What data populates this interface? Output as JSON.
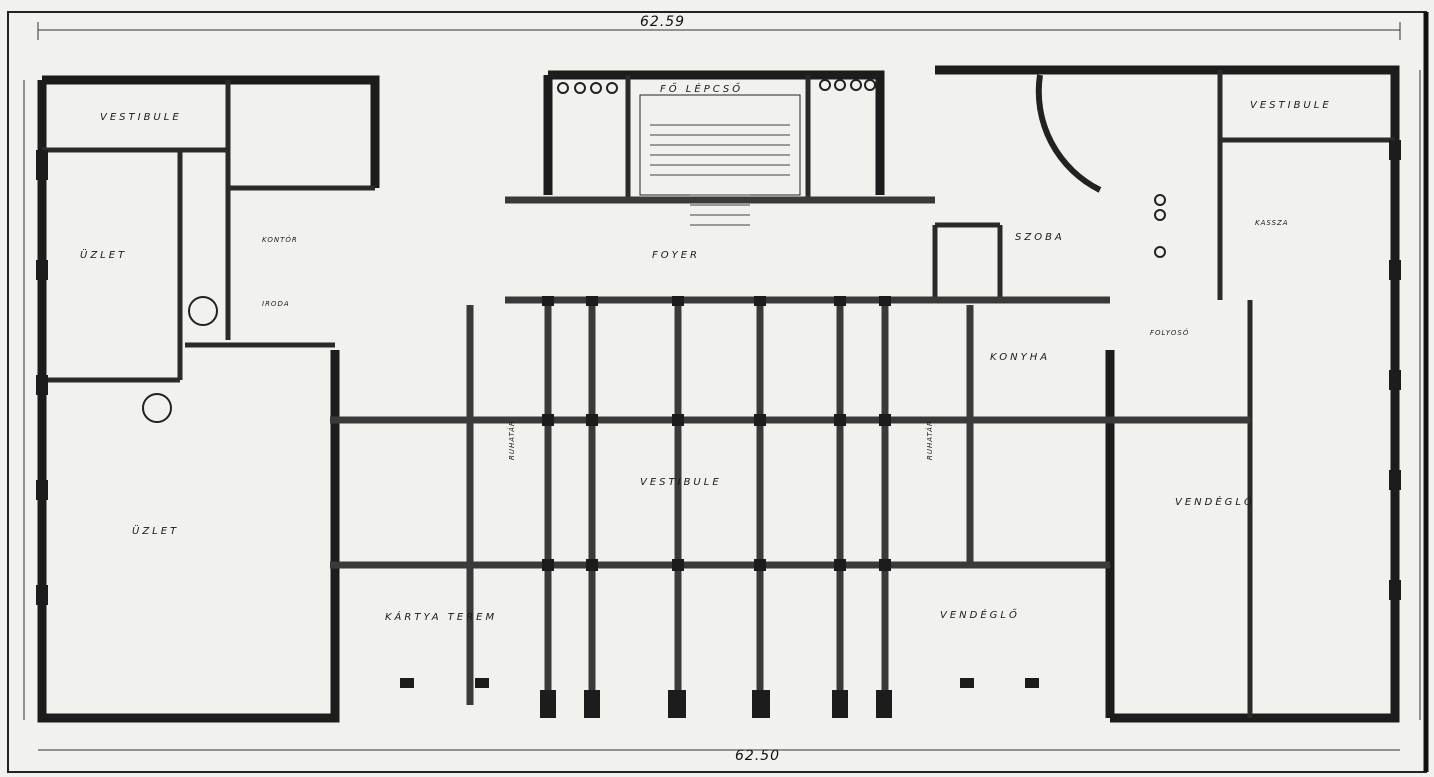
{
  "dimensions": {
    "top": "62.59",
    "bottom": "62.50"
  },
  "rooms": {
    "veszto_left": "VESTIBULE",
    "vestibule_right": "VESTIBULE",
    "uzlet_top": "ÜZLET",
    "uzlet_bottom": "ÜZLET",
    "foyer": "FOYER",
    "ruhatar_left": "RUHATÁR",
    "ruhatar_right": "RUHATÁR",
    "vestibule_main": "VESTIBULE",
    "kartya_terem": "KÁRTYA TEREM",
    "vendeglo_middle": "VENDÉGLŐ",
    "vendeglo_right": "VENDÉGLŐ",
    "konyha": "KONYHA",
    "iroda": "IRODA",
    "kontor": "KONTÓR",
    "kassza": "KASSZA",
    "folyoso": "FOLYOSÓ",
    "szoba": "SZOBA",
    "fo_lepcso": "FŐ LÉPCSŐ"
  },
  "colors": {
    "wall": "#1c1c1c",
    "paper": "#f1f1ee",
    "line": "#4a4a4a"
  }
}
